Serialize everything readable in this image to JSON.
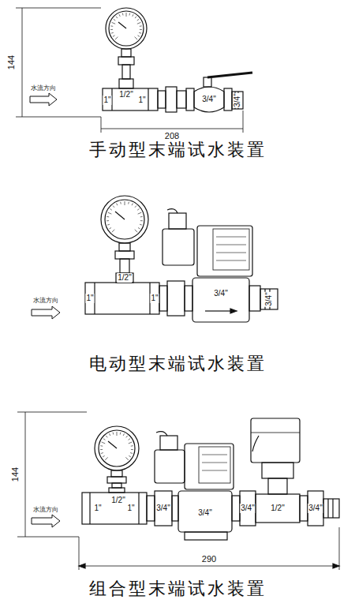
{
  "diagram": {
    "labels": [
      "144",
      "水流方向",
      "1/2\"",
      "1\"",
      "1\"",
      "3/4\"",
      "3/4\"",
      "208",
      "手动型末端试水装置",
      "水流方向",
      "1/2\"",
      "1\"",
      "1\"",
      "3/4\"",
      "3/4\"",
      "电动型末端试水装置",
      "144",
      "水流方向",
      "1/2\"",
      "1\"",
      "1\"",
      "3/4\"",
      "3/4\"",
      "3/4\"",
      "1/2\"",
      "3/4\"",
      "290",
      "组合型末端试水装置"
    ]
  }
}
